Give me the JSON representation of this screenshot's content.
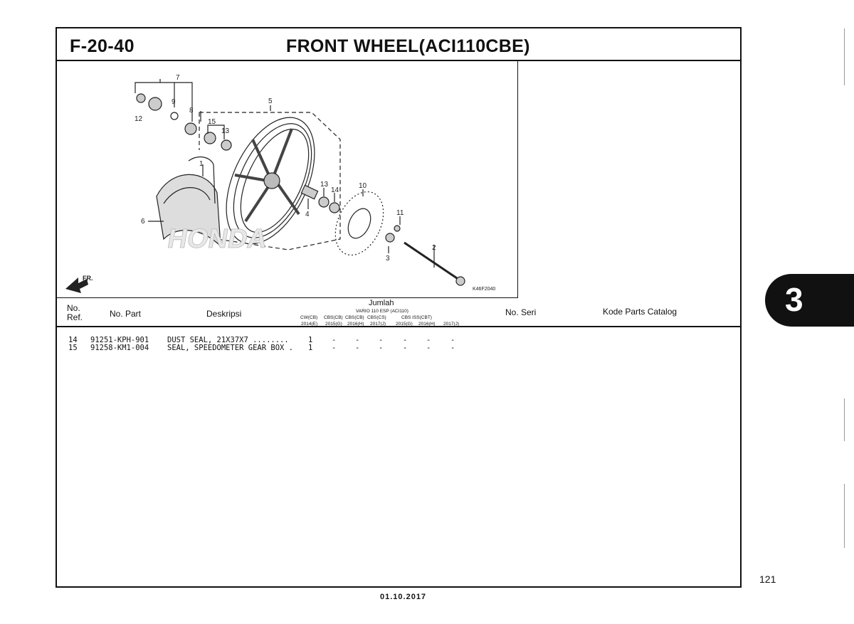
{
  "header": {
    "code": "F-20-40",
    "title": "FRONT WHEEL(ACI110CBE)"
  },
  "diagram": {
    "callouts": [
      "1",
      "2",
      "3",
      "4",
      "5",
      "6",
      "7",
      "8",
      "9",
      "10",
      "11",
      "12",
      "13",
      "13",
      "14",
      "15"
    ],
    "front_marker": "FR.",
    "figure_code": "K46F2040"
  },
  "table": {
    "headers": {
      "no_ref": "No.\nRef.",
      "no_ref_line1": "No.",
      "no_ref_line2": "Ref.",
      "no_part": "No. Part",
      "deskripsi": "Deskripsi",
      "jumlah": "Jumlah",
      "model": "VARIO 110 ESP (ACI110)",
      "variants_top": [
        "CW(CB)",
        "CBS(CB)",
        "CBS(CB)",
        "CBS(CS)",
        "CBS ISS(CBT)"
      ],
      "variants_years": [
        "2014(E)",
        "2015(G)",
        "2016(H)",
        "2017(J)",
        "2015(G)",
        "2016(H)",
        "2017(J)"
      ],
      "no_seri": "No. Seri",
      "kode_parts": "Kode Parts Catalog"
    },
    "rows": [
      {
        "ref": "14",
        "part": "91251-KPH-901",
        "desc": "DUST SEAL, 21X37X7 ........",
        "qty": [
          "1",
          "-",
          "-",
          "-",
          "-",
          "-",
          "-"
        ]
      },
      {
        "ref": "15",
        "part": "91258-KM1-004",
        "desc": "SEAL, SPEEDOMETER GEAR BOX .",
        "qty": [
          "1",
          "-",
          "-",
          "-",
          "-",
          "-",
          "-"
        ]
      }
    ]
  },
  "section_tab": "3",
  "page_number": "121",
  "date": "01.10.2017"
}
